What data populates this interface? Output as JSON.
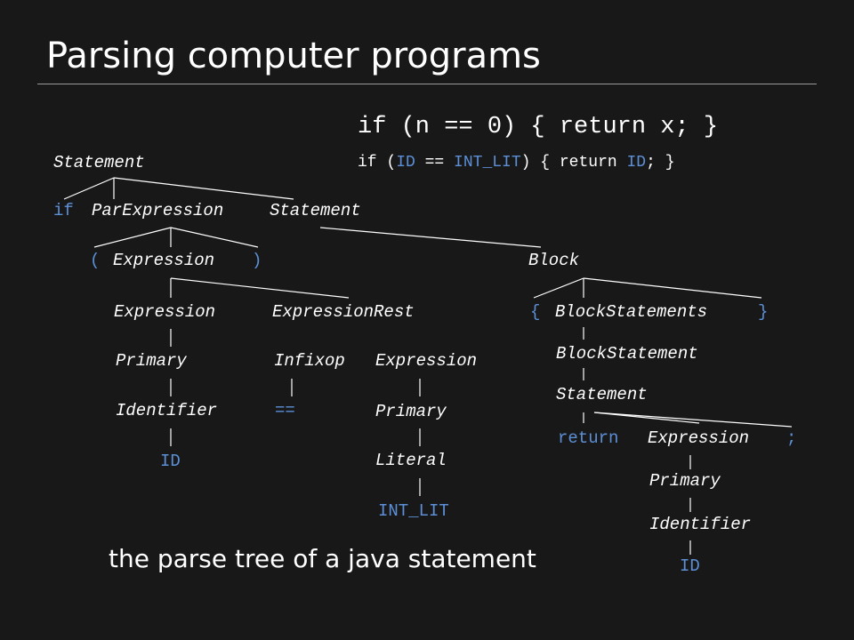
{
  "title": "Parsing computer programs",
  "code_source": [
    "if (n == 0) { return x; }"
  ],
  "code_tokens": [
    {
      "text": "if (",
      "kind": "plain"
    },
    {
      "text": "ID",
      "kind": "token"
    },
    {
      "text": " == ",
      "kind": "plain"
    },
    {
      "text": "INT_LIT",
      "kind": "token"
    },
    {
      "text": ") { return ",
      "kind": "plain"
    },
    {
      "text": "ID",
      "kind": "token"
    },
    {
      "text": "; }",
      "kind": "plain"
    }
  ],
  "caption": "the parse tree of a java statement",
  "colors": {
    "background": "#181818",
    "text": "#ffffff",
    "terminal": "#5c8fd6",
    "rule": "#9a9a9a"
  },
  "tree": {
    "n_statement": "Statement",
    "t_if": "if",
    "n_parexpression": "ParExpression",
    "n_statement2": "Statement",
    "t_lparen": "(",
    "n_expression": "Expression",
    "t_rparen": ")",
    "n_block": "Block",
    "n_expression_l": "Expression",
    "n_expressionrest": "ExpressionRest",
    "t_lbrace": "{",
    "n_blockstatements": "BlockStatements",
    "t_rbrace": "}",
    "n_primary_l": "Primary",
    "n_infixop": "Infixop",
    "n_expression_r": "Expression",
    "n_blockstatement": "BlockStatement",
    "n_identifier_l": "Identifier",
    "t_eqeq": "==",
    "n_primary_r": "Primary",
    "n_statement3": "Statement",
    "t_id_l": "ID",
    "n_literal": "Literal",
    "t_return": "return",
    "n_expression_ret": "Expression",
    "t_semi": ";",
    "t_intlit": "INT_LIT",
    "n_primary_ret": "Primary",
    "n_identifier_ret": "Identifier",
    "t_id_ret": "ID"
  }
}
